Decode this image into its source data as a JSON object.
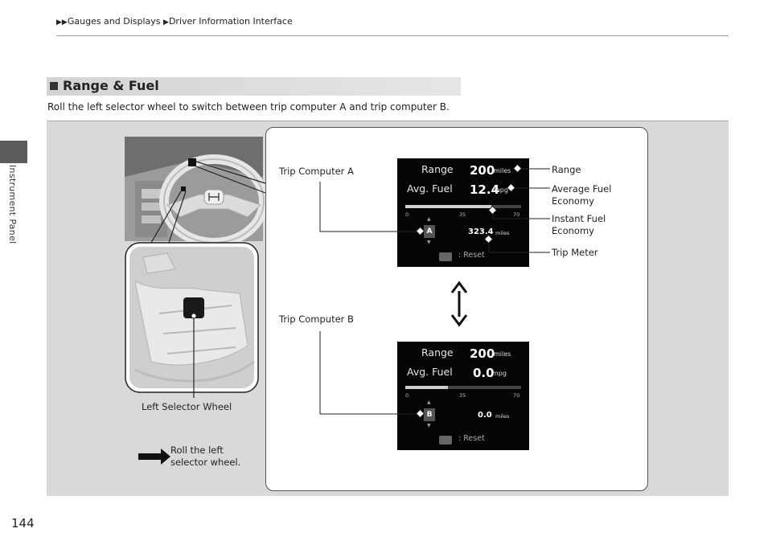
{
  "breadcrumb": {
    "part1": "Gauges and Displays",
    "part2": "Driver Information Interface"
  },
  "side_tab": "Instrument Panel",
  "page_number": "144",
  "section": {
    "title": "Range & Fuel",
    "intro": "Roll the left selector wheel to switch between trip computer A and trip computer B."
  },
  "figure": {
    "labels": {
      "trip_a": "Trip Computer A",
      "trip_b": "Trip Computer B",
      "range": "Range",
      "avg_fuel_1": "Average Fuel",
      "avg_fuel_2": "Economy",
      "instant_fuel_1": "Instant Fuel",
      "instant_fuel_2": "Economy",
      "trip_meter": "Trip Meter",
      "left_selector": "Left Selector Wheel",
      "roll_1": "Roll the left",
      "roll_2": "selector wheel."
    },
    "display_a": {
      "range_label": "Range",
      "range_value": "200",
      "range_unit": "miles",
      "avg_label": "Avg. Fuel",
      "avg_value": "12.4",
      "avg_unit": "mpg",
      "scale": [
        "0",
        "35",
        "70"
      ],
      "instant_fraction": 0.74,
      "badge": "A",
      "trip_value": "323.4",
      "trip_unit": "miles",
      "reset": ": Reset"
    },
    "display_b": {
      "range_label": "Range",
      "range_value": "200",
      "range_unit": "miles",
      "avg_label": "Avg. Fuel",
      "avg_value": "0.0",
      "avg_unit": "mpg",
      "scale": [
        "0",
        "35",
        "70"
      ],
      "instant_fraction": 0.37,
      "badge": "B",
      "trip_value": "0.0",
      "trip_unit": "miles",
      "reset": ": Reset"
    },
    "colors": {
      "figure_bg": "#d9d9d9",
      "display_bg": "#050505",
      "panel_border": "#555555"
    }
  }
}
